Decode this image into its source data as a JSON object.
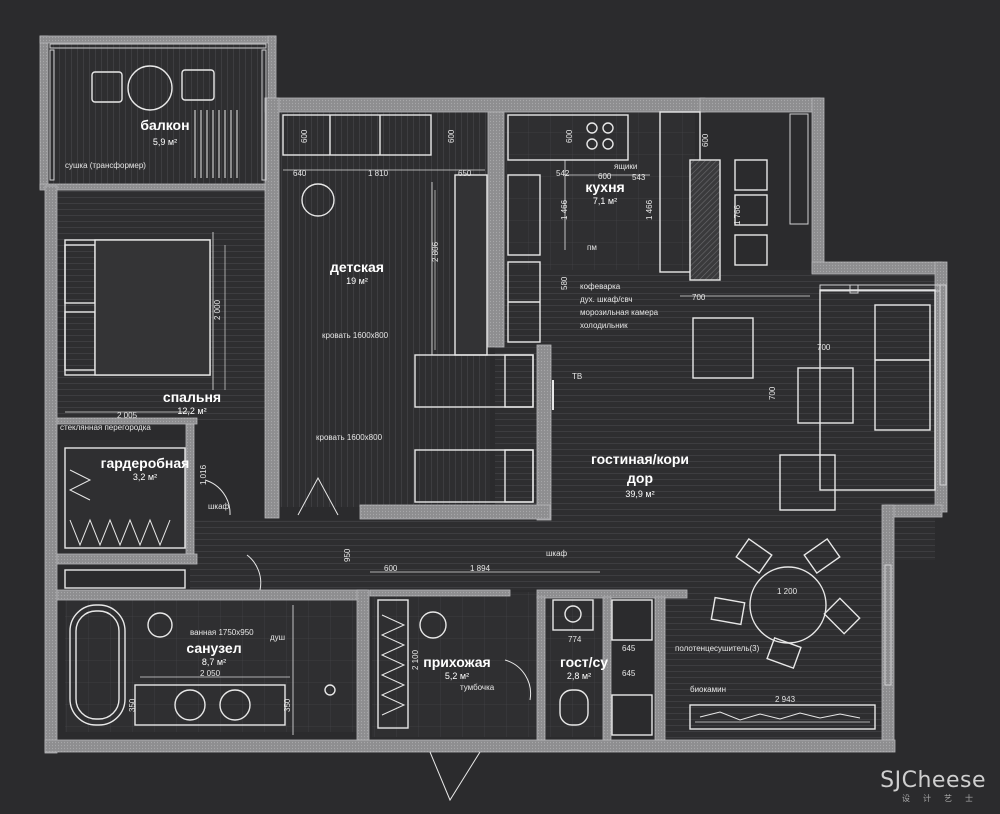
{
  "rooms": {
    "balcony": {
      "name": "балкон",
      "area": "5,9 м²"
    },
    "kitchen": {
      "name": "кухня",
      "area": "7,1 м²"
    },
    "kids": {
      "name": "детская",
      "area": "19 м²"
    },
    "bedroom": {
      "name": "спальня",
      "area": "12,2 м²"
    },
    "wardrobe": {
      "name": "гардеробная",
      "area": "3,2 м²"
    },
    "living": {
      "name_line1": "гостиная/кори",
      "name_line2": "дор",
      "area": "39,9 м²"
    },
    "bathroom": {
      "name": "санузел",
      "area": "8,7 м²"
    },
    "hall": {
      "name": "прихожая",
      "area": "5,2 м²"
    },
    "guest_wc": {
      "name": "гост/су",
      "area": "2,8 м²"
    }
  },
  "notes": {
    "dryer": "сушка (трансформер)",
    "bed1": "кровать 1600x800",
    "bed2": "кровать 1600x800",
    "glass": "стеклянная перегородка",
    "tv": "ТВ",
    "dishwasher": "пм",
    "coffee": "кофеварка",
    "oven": "дух. шкаф/свч",
    "freezer": "морозильная камера",
    "fridge": "холодильник",
    "bath": "ванная 1750x950",
    "shower": "душ",
    "closet1": "шкаф",
    "closet2": "шкаф",
    "cabinet": "тумбочка",
    "towel": "полотенцесушитель(3)",
    "fireplace": "биокамин",
    "drawer": "ящики"
  },
  "dims": {
    "d600a": "600",
    "d600b": "600",
    "d600c": "600",
    "d600d": "600",
    "d600e": "600",
    "d640": "640",
    "d1810": "1 810",
    "d650": "650",
    "d2806": "2 806",
    "d2000": "2 000",
    "d2005": "2 005",
    "d1016": "1 016",
    "d542": "542",
    "d543": "543",
    "d1466a": "1 466",
    "d1466b": "1 466",
    "d1766": "1 766",
    "d580": "580",
    "d700a": "700",
    "d700b": "700",
    "d700c": "700",
    "d950": "950",
    "d1894": "1 894",
    "d2050": "2 050",
    "d350a": "350",
    "d350b": "350",
    "d2100": "2 100",
    "d774": "774",
    "d645a": "645",
    "d645b": "645",
    "d1200": "1 200",
    "d2943": "2 943",
    "d600f": "600"
  },
  "watermark": {
    "brand": "SJCheese",
    "sub": "设计艺士"
  }
}
